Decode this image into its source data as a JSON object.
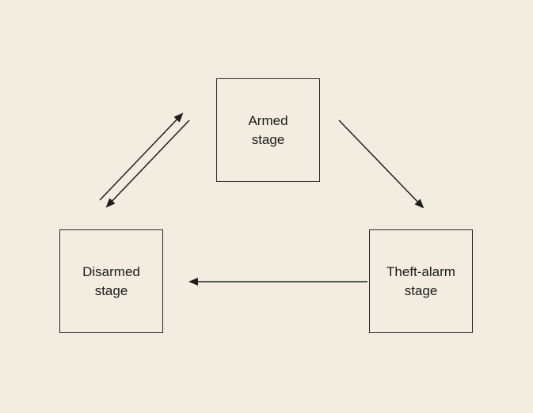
{
  "diagram": {
    "background_color": "#f2ece1",
    "line_color": "#1f1e1c",
    "nodes": [
      {
        "id": "armed",
        "label": "Armed\nstage"
      },
      {
        "id": "disarmed",
        "label": "Disarmed\nstage"
      },
      {
        "id": "theft",
        "label": "Theft-alarm\nstage"
      }
    ],
    "edges": [
      {
        "from": "disarmed",
        "to": "armed"
      },
      {
        "from": "armed",
        "to": "disarmed"
      },
      {
        "from": "armed",
        "to": "theft"
      },
      {
        "from": "theft",
        "to": "disarmed"
      }
    ]
  }
}
